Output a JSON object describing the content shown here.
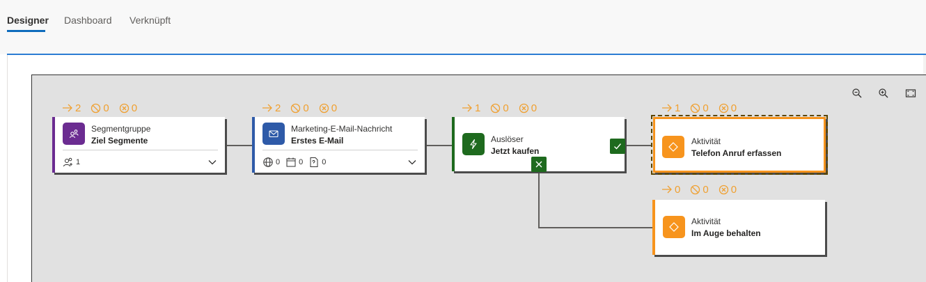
{
  "tabs": [
    {
      "label": "Designer",
      "active": true
    },
    {
      "label": "Dashboard",
      "active": false
    },
    {
      "label": "Verknüpft",
      "active": false
    }
  ],
  "colors": {
    "accent": "#0f6cbd",
    "segment": "#6b2c91",
    "email": "#2e5aa8",
    "trigger": "#1e6a1e",
    "activity": "#f7941d",
    "stats": "#f0a030"
  },
  "tiles": [
    {
      "key": "segment",
      "type": "Segmentgruppe",
      "name": "Ziel Segmente",
      "icon": "segment-group-icon",
      "stats": {
        "processed": "2",
        "blocked": "0",
        "errors": "0"
      },
      "footer": {
        "members": "1"
      }
    },
    {
      "key": "email",
      "type": "Marketing-E-Mail-Nachricht",
      "name": "Erstes E-Mail",
      "icon": "mail-icon",
      "stats": {
        "processed": "2",
        "blocked": "0",
        "errors": "0"
      },
      "footer": {
        "web": "0",
        "calendar": "0",
        "form": "0"
      }
    },
    {
      "key": "trigger",
      "type": "Auslöser",
      "name": "Jetzt kaufen",
      "icon": "lightning-icon",
      "stats": {
        "processed": "1",
        "blocked": "0",
        "errors": "0"
      }
    },
    {
      "key": "activity1",
      "type": "Aktivität",
      "name": "Telefon Anruf erfassen",
      "icon": "activity-diamond-icon",
      "selected": true,
      "stats": {
        "processed": "1",
        "blocked": "0",
        "errors": "0"
      }
    },
    {
      "key": "activity2",
      "type": "Aktivität",
      "name": "Im Auge behalten",
      "icon": "activity-diamond-icon",
      "stats": {
        "processed": "0",
        "blocked": "0",
        "errors": "0"
      }
    }
  ],
  "toolbar": {
    "icons": [
      "zoom-out-icon",
      "zoom-in-icon",
      "fit-to-screen-icon"
    ]
  }
}
